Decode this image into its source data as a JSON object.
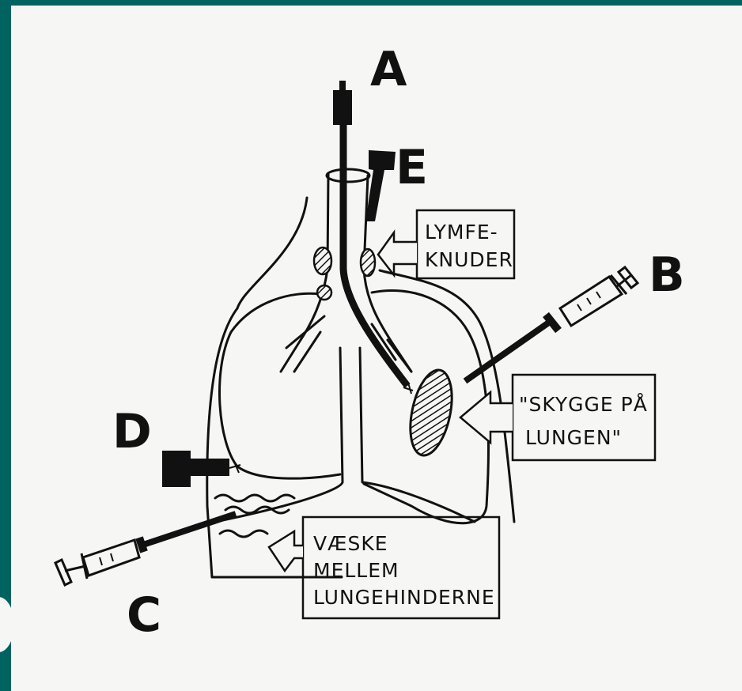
{
  "diagram": {
    "markers": {
      "a": "A",
      "b": "B",
      "c": "C",
      "d": "D",
      "e": "E"
    },
    "callouts": {
      "lymph": [
        "LYMFE-",
        "KNUDER"
      ],
      "shadow": [
        "\"SKYGGE PÅ",
        "LUNGEN\""
      ],
      "fluid": [
        "VÆSKE",
        "MELLEM",
        "LUNGEHINDERNE"
      ]
    }
  },
  "colors": {
    "frame": "#00635f",
    "paper": "#f6f6f4",
    "ink": "#111111"
  }
}
